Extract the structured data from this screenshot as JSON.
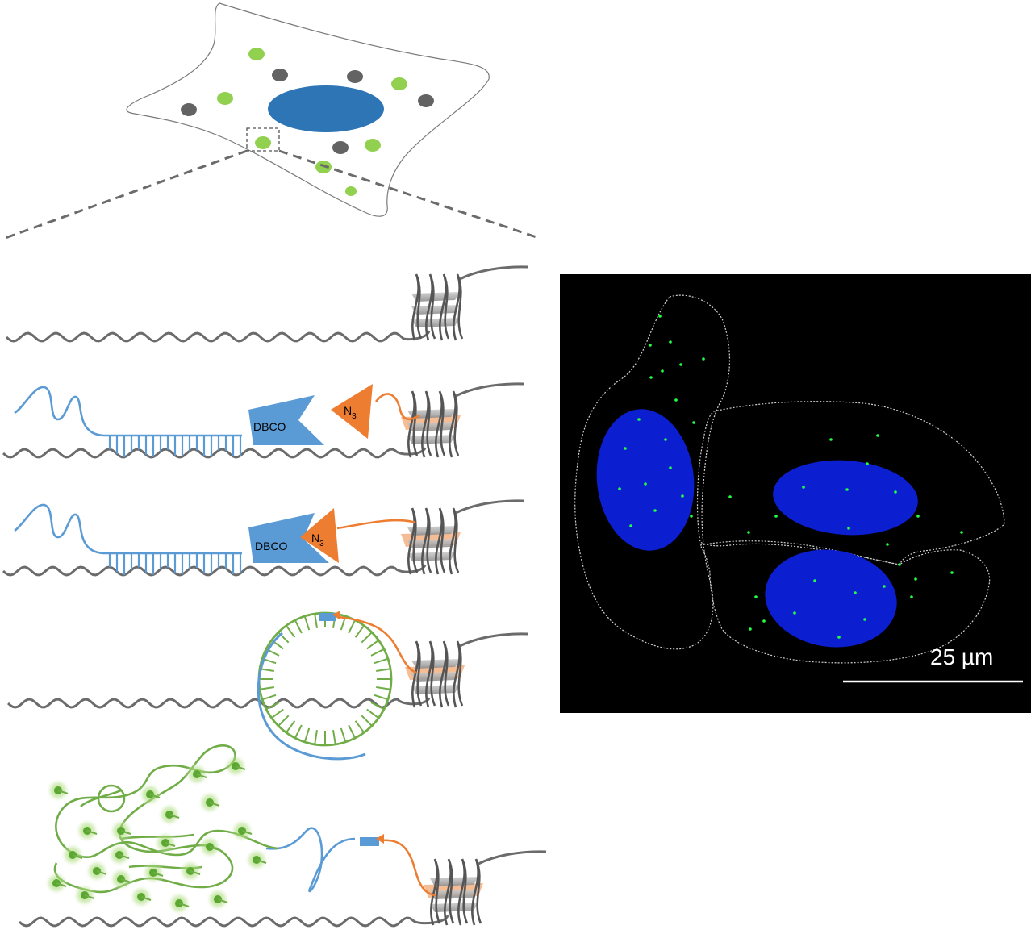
{
  "labels": {
    "dbco": "DBCO",
    "azide_main": "N",
    "azide_sub": "3"
  },
  "micrograph": {
    "scale_bar_label": "25 µm"
  },
  "colors": {
    "nucleus": "#2e75b6",
    "dna_strand": "#6b6b6b",
    "probe_blue": "#5b9bd5",
    "azide_orange": "#ed7d31",
    "rca_green": "#70ad47",
    "spot_green": "#92d050",
    "organelle_gray": "#636363",
    "micrograph_bg": "#000000",
    "micro_nucleus": "#0a1fd6",
    "micro_spot": "#22ff44"
  },
  "steps": [
    {
      "name": "g-quadruplex-dna"
    },
    {
      "name": "probe-hybridization-click-reagents"
    },
    {
      "name": "click-conjugation"
    },
    {
      "name": "padlock-circularization"
    },
    {
      "name": "rolling-circle-amplification"
    }
  ]
}
